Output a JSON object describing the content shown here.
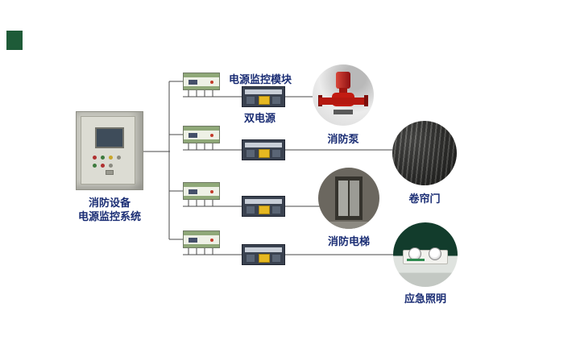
{
  "diagram": {
    "cabinet": {
      "title_line1": "消防设备",
      "title_line2": "电源监控系统"
    },
    "annotations": {
      "module_label": "电源监控模块",
      "dual_power_label": "双电源"
    },
    "loads": [
      {
        "id": "fire-pump",
        "label": "消防泵"
      },
      {
        "id": "roller-shutter",
        "label": "卷帘门"
      },
      {
        "id": "fire-elevator",
        "label": "消防电梯"
      },
      {
        "id": "emergency-lighting",
        "label": "应急照明"
      }
    ],
    "colors": {
      "label_text": "#1a2d74",
      "wire": "#4a4a4a",
      "logo_green": "#1e5b38",
      "module_green": "#8fa878",
      "ats_yellow": "#e6b821",
      "pump_red": "#c21b12",
      "emergency_green": "#123c2c"
    }
  }
}
